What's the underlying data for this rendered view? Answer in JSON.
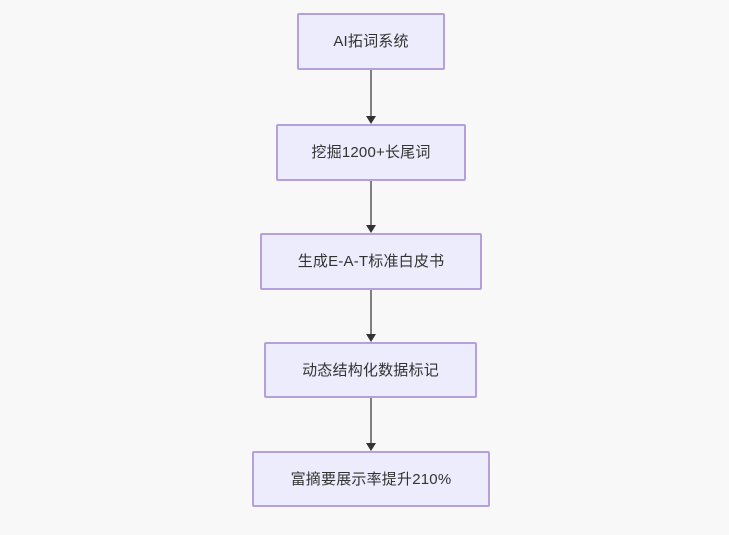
{
  "diagram": {
    "type": "flowchart",
    "orientation": "top-to-bottom",
    "background_color": "#f8f8f8",
    "node_fill_color": "#ececfc",
    "node_border_color": "#b3a0dd",
    "node_text_color": "#333333",
    "edge_line_color": "#808080",
    "edge_arrow_color": "#333333",
    "nodes": [
      {
        "id": "n1",
        "label": "AI拓词系统"
      },
      {
        "id": "n2",
        "label": "挖掘1200+长尾词"
      },
      {
        "id": "n3",
        "label": "生成E-A-T标准白皮书"
      },
      {
        "id": "n4",
        "label": "动态结构化数据标记"
      },
      {
        "id": "n5",
        "label": "富摘要展示率提升210%"
      }
    ],
    "edges": [
      {
        "id": "e1",
        "from": "n1",
        "to": "n2"
      },
      {
        "id": "e2",
        "from": "n2",
        "to": "n3"
      },
      {
        "id": "e3",
        "from": "n3",
        "to": "n4"
      },
      {
        "id": "e4",
        "from": "n4",
        "to": "n5"
      }
    ]
  }
}
